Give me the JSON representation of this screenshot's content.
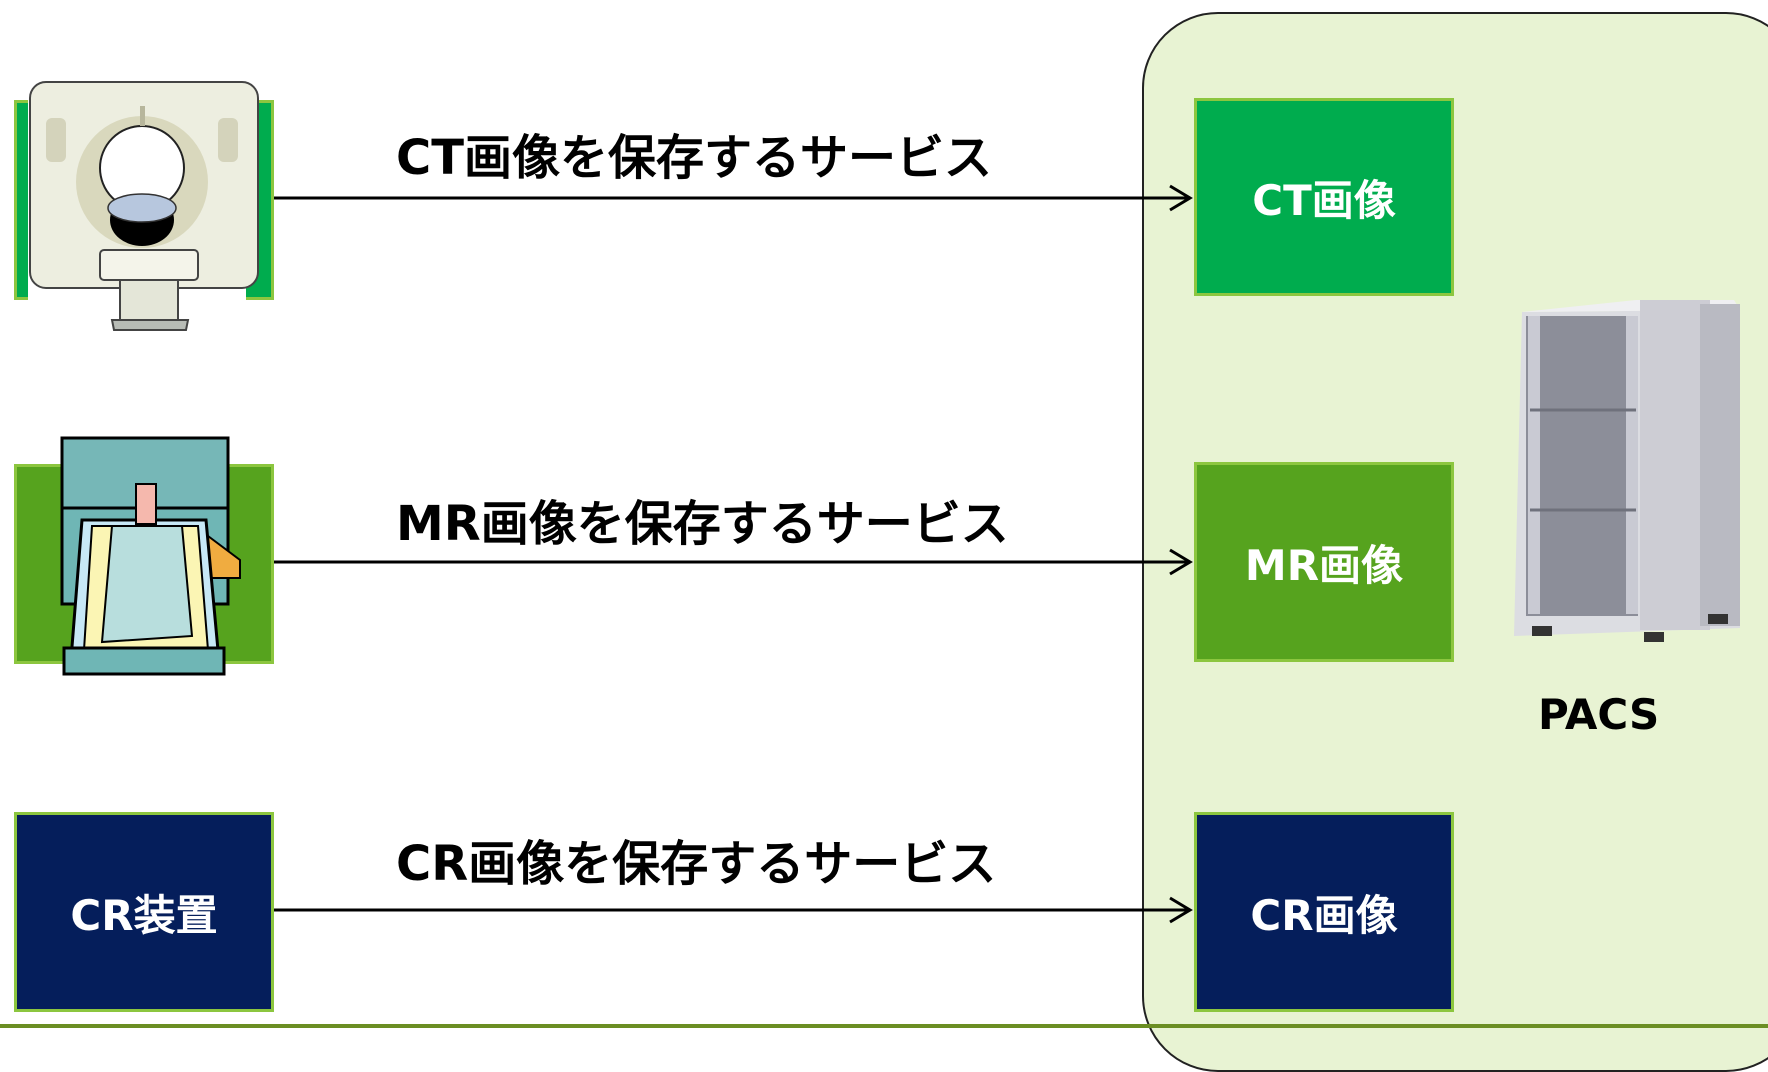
{
  "services": {
    "ct": "CT画像を保存するサービス",
    "mr": "MR画像を保存するサービス",
    "cr": "CR画像を保存するサービス"
  },
  "devices": {
    "cr": "CR装置"
  },
  "pacs": {
    "label": "PACS",
    "ct_image": "CT画像",
    "mr_image": "MR画像",
    "cr_image": "CR画像"
  },
  "colors": {
    "ct_green": "#00ac4e",
    "mr_green": "#56a31e",
    "cr_navy": "#051e5b",
    "panel_bg": "#e8f3d3",
    "box_border": "#8cc63f"
  }
}
